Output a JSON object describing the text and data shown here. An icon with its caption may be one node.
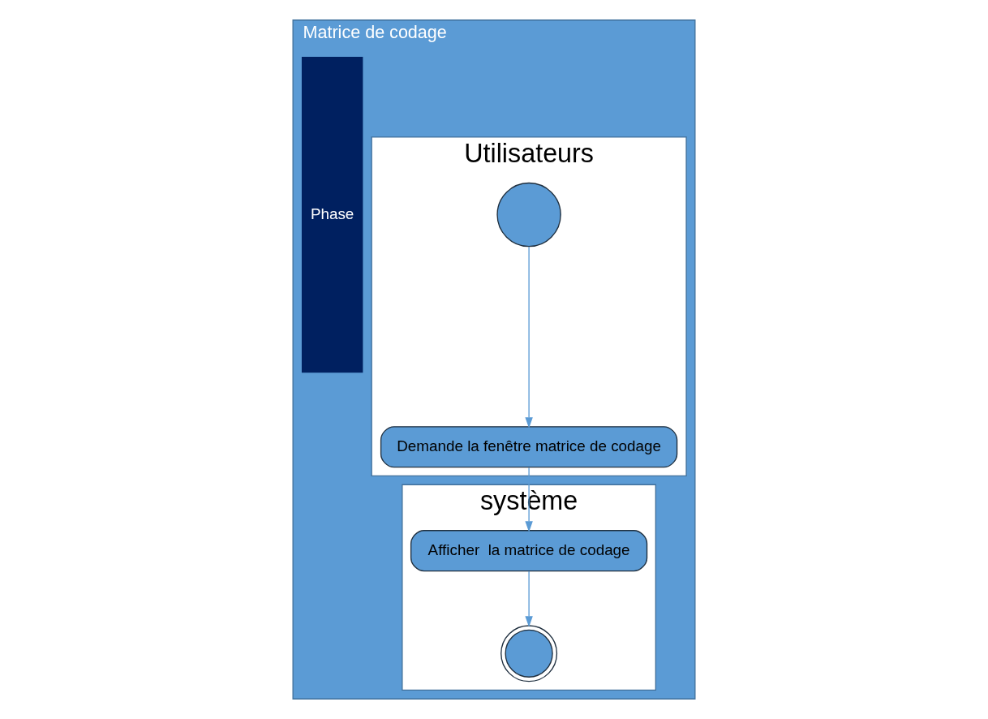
{
  "diagram": {
    "nodes": [
      {
        "text": [
          "Matrice de codage"
        ]
      },
      {
        "text": [
          "Phase"
        ],
        "in": 0
      },
      {
        "text": [
          "Utilisateurs"
        ],
        "in": 0
      },
      {
        "text": [
          "système"
        ],
        "in": 0
      },
      {
        "text": [],
        "shape": "circle",
        "in": 2
      },
      {
        "text": [
          "Demande la fenêtre matrice de codage"
        ],
        "in": 2
      },
      {
        "text": [
          "Afficher  la matrice de codage"
        ],
        "in": 3
      },
      {
        "text": [],
        "shape": "doublecircle",
        "in": 3
      }
    ],
    "edges": [
      {
        "from": 4,
        "to": 5,
        "arrow": "to"
      },
      {
        "from": 5,
        "to": 6,
        "arrow": "to"
      },
      {
        "from": 6,
        "to": 7,
        "arrow": "to"
      }
    ]
  }
}
